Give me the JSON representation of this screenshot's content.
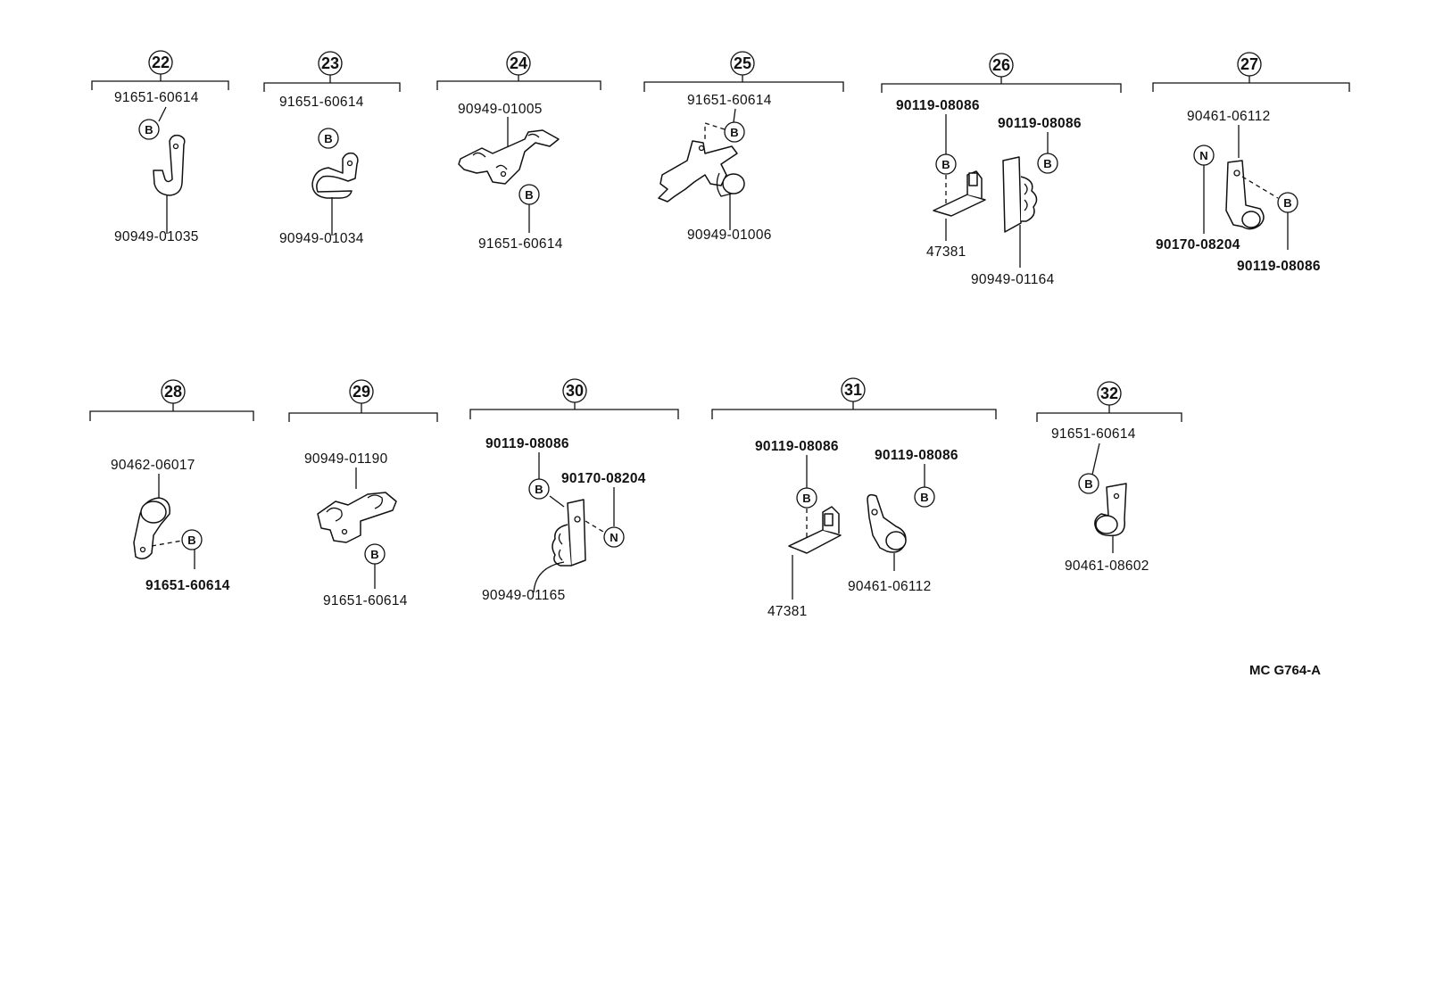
{
  "callouts": {
    "c22": "22",
    "c23": "23",
    "c24": "24",
    "c25": "25",
    "c26": "26",
    "c27": "27",
    "c28": "28",
    "c29": "29",
    "c30": "30",
    "c31": "31",
    "c32": "32"
  },
  "symbols": {
    "bolt": "B",
    "nut": "N"
  },
  "parts": {
    "p22_a": "91651-60614",
    "p22_b": "90949-01035",
    "p23_a": "91651-60614",
    "p23_b": "90949-01034",
    "p24_a": "90949-01005",
    "p24_b": "91651-60614",
    "p25_a": "91651-60614",
    "p25_b": "90949-01006",
    "p26_a": "90119-08086",
    "p26_b": "90119-08086",
    "p26_c": "47381",
    "p26_d": "90949-01164",
    "p27_a": "90461-06112",
    "p27_b": "90170-08204",
    "p27_c": "90119-08086",
    "p28_a": "90462-06017",
    "p28_b": "91651-60614",
    "p29_a": "90949-01190",
    "p29_b": "91651-60614",
    "p30_a": "90119-08086",
    "p30_b": "90170-08204",
    "p30_c": "90949-01165",
    "p31_a": "90119-08086",
    "p31_b": "90119-08086",
    "p31_c": "47381",
    "p31_d": "90461-06112",
    "p32_a": "91651-60614",
    "p32_b": "90461-08602"
  },
  "reference": "MC G764-A"
}
